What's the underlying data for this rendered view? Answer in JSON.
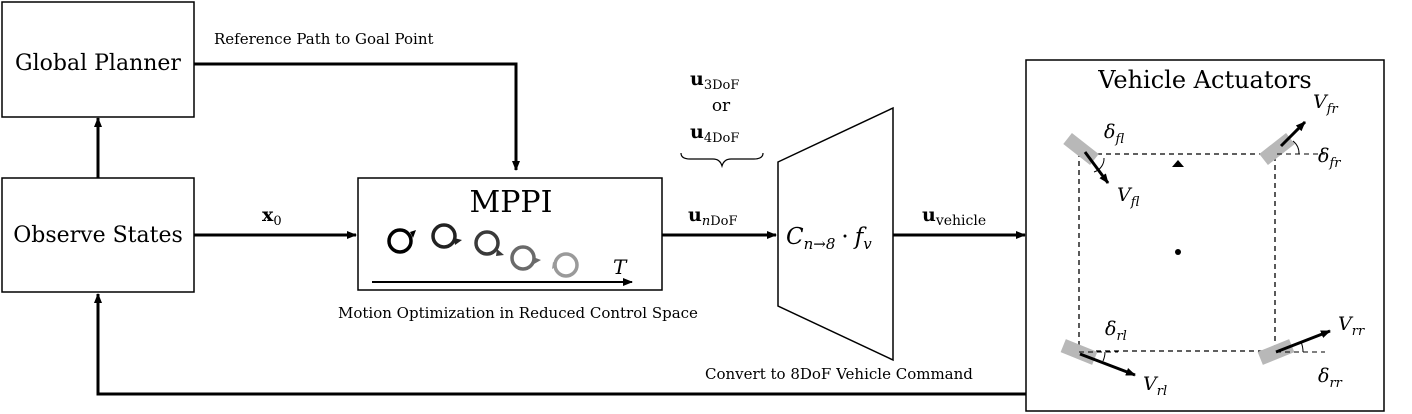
{
  "blocks": {
    "global_planner": "Global Planner",
    "observe_states": "Observe States",
    "mppi": "MPPI",
    "vehicle_actuators": "Vehicle Actuators"
  },
  "edges": {
    "reference_path": "Reference Path to Goal Point",
    "x0_base": "x",
    "x0_sub": "0",
    "u_n_base": "u",
    "u_n_sub": "nDoF",
    "u_vehicle_base": "u",
    "u_vehicle_sub": "vehicle"
  },
  "captions": {
    "motion_optimization": "Motion Optimization in Reduced Control Space",
    "convert": "Convert to 8DoF Vehicle Command"
  },
  "control_options": {
    "u3_base": "u",
    "u3_sub": "3DoF",
    "or": "or",
    "u4_base": "u",
    "u4_sub": "4DoF"
  },
  "converter": {
    "c_base": "C",
    "c_sub": "n→8",
    "dot": "·",
    "f_base": "f",
    "f_sub": "v"
  },
  "mppi_horizon": "T",
  "wheels": {
    "fl_delta": "δ",
    "fl_delta_sub": "fl",
    "fl_v": "V",
    "fl_v_sub": "fl",
    "fr_delta": "δ",
    "fr_delta_sub": "fr",
    "fr_v": "V",
    "fr_v_sub": "fr",
    "rl_delta": "δ",
    "rl_delta_sub": "rl",
    "rl_v": "V",
    "rl_v_sub": "rl",
    "rr_delta": "δ",
    "rr_delta_sub": "rr",
    "rr_v": "V",
    "rr_v_sub": "rr"
  },
  "colors": {
    "line": "#000000",
    "wheel": "#b8b8b8",
    "trajectory": [
      "#000000",
      "#222222",
      "#3a3a3a",
      "#6a6a6a",
      "#9a9a9a"
    ]
  }
}
